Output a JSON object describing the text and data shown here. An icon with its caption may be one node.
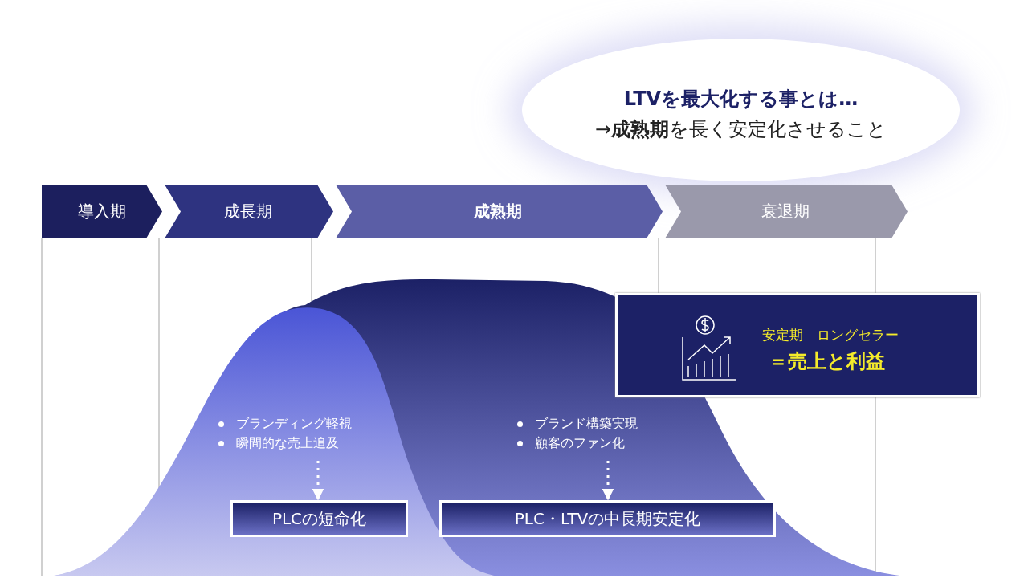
{
  "diagram": {
    "nodes": [
      {
        "text": [
          "LTVを最大化する事とは…",
          "→**成熟期**を長く安定化させること"
        ]
      },
      {
        "text": [
          "導入期"
        ]
      },
      {
        "text": [
          "成長期"
        ]
      },
      {
        "text": [
          "成熟期"
        ]
      },
      {
        "text": [
          "衰退期"
        ]
      },
      {
        "text": [
          "ブランディング軽視",
          "瞬間的な売上追及"
        ]
      },
      {
        "text": [
          "PLCの短命化"
        ]
      },
      {
        "text": [
          "ブランド構築実現",
          "顧客のファン化"
        ]
      },
      {
        "text": [
          "PLC・LTVの中長期安定化"
        ]
      },
      {
        "text": [
          "安定期　ロングセラー",
          "＝売上と利益"
        ]
      }
    ],
    "edges": [
      {
        "from": 5,
        "to": 6,
        "arrow": "to",
        "style": "dashed"
      },
      {
        "from": 7,
        "to": 8,
        "arrow": "to",
        "style": "dashed"
      }
    ]
  }
}
